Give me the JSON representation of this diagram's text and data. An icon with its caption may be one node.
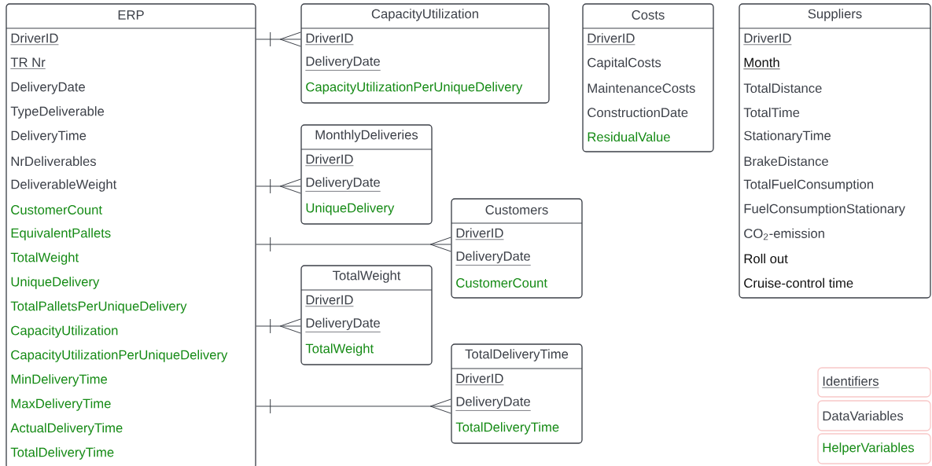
{
  "diagram": {
    "nodes": [
      {
        "text": [
          "ERP",
          "DriverID",
          "TR Nr",
          "DeliveryDate",
          "TypeDeliverable",
          "DeliveryTime",
          "NrDeliverables",
          "DeliverableWeight",
          "CustomerCount",
          "EquivalentPallets",
          "TotalWeight",
          "UniqueDelivery",
          "TotalPalletsPerUniqueDelivery",
          "CapacityUtilization",
          "CapacityUtilizationPerUniqueDelivery",
          "MinDeliveryTime",
          "MaxDeliveryTime",
          "ActualDeliveryTime",
          "TotalDeliveryTime"
        ]
      },
      {
        "text": [
          "CapacityUtilization",
          "DriverID",
          "DeliveryDate",
          "CapacityUtilizationPerUniqueDelivery"
        ]
      },
      {
        "text": [
          "Costs",
          "DriverID",
          "CapitalCosts",
          "MaintenanceCosts",
          "ConstructionDate",
          "ResidualValue"
        ]
      },
      {
        "text": [
          "Suppliers",
          "DriverID",
          "Month",
          "TotalDistance",
          "TotalTime",
          "StationaryTime",
          "BrakeDistance",
          "TotalFuelConsumption",
          "FuelConsumptionStationary",
          "CO$_{2}$-emission",
          "Roll out",
          "Cruise-control time"
        ]
      },
      {
        "text": [
          "MonthlyDeliveries",
          "DriverID",
          "DeliveryDate",
          "UniqueDelivery"
        ]
      },
      {
        "text": [
          "Customers",
          "DriverID",
          "DeliveryDate",
          "CustomerCount"
        ]
      },
      {
        "text": [
          "TotalWeight",
          "DriverID",
          "DeliveryDate",
          "TotalWeight"
        ]
      },
      {
        "text": [
          "TotalDeliveryTime",
          "DriverID",
          "DeliveryDate",
          "TotalDeliveryTime"
        ]
      },
      {
        "text": [
          "Identifiers"
        ]
      },
      {
        "text": [
          "DataVariables"
        ]
      },
      {
        "text": [
          "HelperVariables"
        ]
      }
    ],
    "edges": [
      {
        "from": 0,
        "to": 1,
        "arrow": "other"
      },
      {
        "from": 0,
        "to": 4,
        "arrow": "other"
      },
      {
        "from": 0,
        "to": 5,
        "arrow": "other"
      },
      {
        "from": 0,
        "to": 6,
        "arrow": "other"
      },
      {
        "from": 0,
        "to": 7,
        "arrow": "other"
      }
    ]
  }
}
